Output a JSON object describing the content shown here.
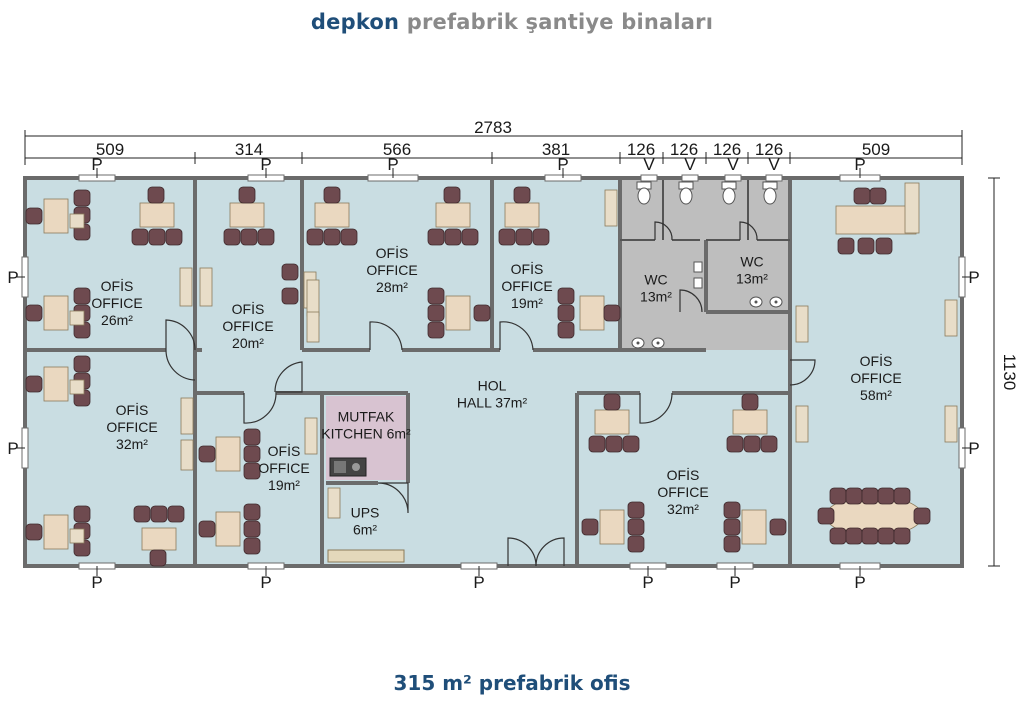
{
  "header": {
    "brand_strong": "depkon",
    "brand_rest": " prefabrik şantiye binaları"
  },
  "footer": {
    "caption": "315 m² prefabrik ofis"
  },
  "dimensions": {
    "total_width": "2783",
    "segments": [
      "509",
      "314",
      "566",
      "381",
      "126",
      "126",
      "126",
      "126",
      "509"
    ],
    "height": "1130"
  },
  "markers": {
    "window": "P",
    "vent": "V"
  },
  "rooms": [
    {
      "id": "office-26",
      "lines": [
        "OFİS",
        "OFFICE",
        "26m²"
      ]
    },
    {
      "id": "office-20",
      "lines": [
        "OFİS",
        "OFFICE",
        "20m²"
      ]
    },
    {
      "id": "office-28",
      "lines": [
        "OFİS",
        "OFFICE",
        "28m²"
      ]
    },
    {
      "id": "office-19-top",
      "lines": [
        "OFİS",
        "OFFICE",
        "19m²"
      ]
    },
    {
      "id": "wc-1",
      "lines": [
        "WC",
        "13m²"
      ]
    },
    {
      "id": "wc-2",
      "lines": [
        "WC",
        "13m²"
      ]
    },
    {
      "id": "office-58",
      "lines": [
        "OFİS",
        "OFFICE",
        "58m²"
      ]
    },
    {
      "id": "office-32-left",
      "lines": [
        "OFİS",
        "OFFICE",
        "32m²"
      ]
    },
    {
      "id": "office-19-bottom",
      "lines": [
        "OFİS",
        "OFFICE",
        "19m²"
      ]
    },
    {
      "id": "kitchen",
      "lines": [
        "MUTFAK",
        "KITCHEN 6m²"
      ]
    },
    {
      "id": "ups",
      "lines": [
        "UPS",
        "6m²"
      ]
    },
    {
      "id": "hall",
      "lines": [
        "HOL",
        "HALL 37m²"
      ]
    },
    {
      "id": "office-32-right",
      "lines": [
        "OFİS",
        "OFFICE",
        "32m²"
      ]
    }
  ]
}
